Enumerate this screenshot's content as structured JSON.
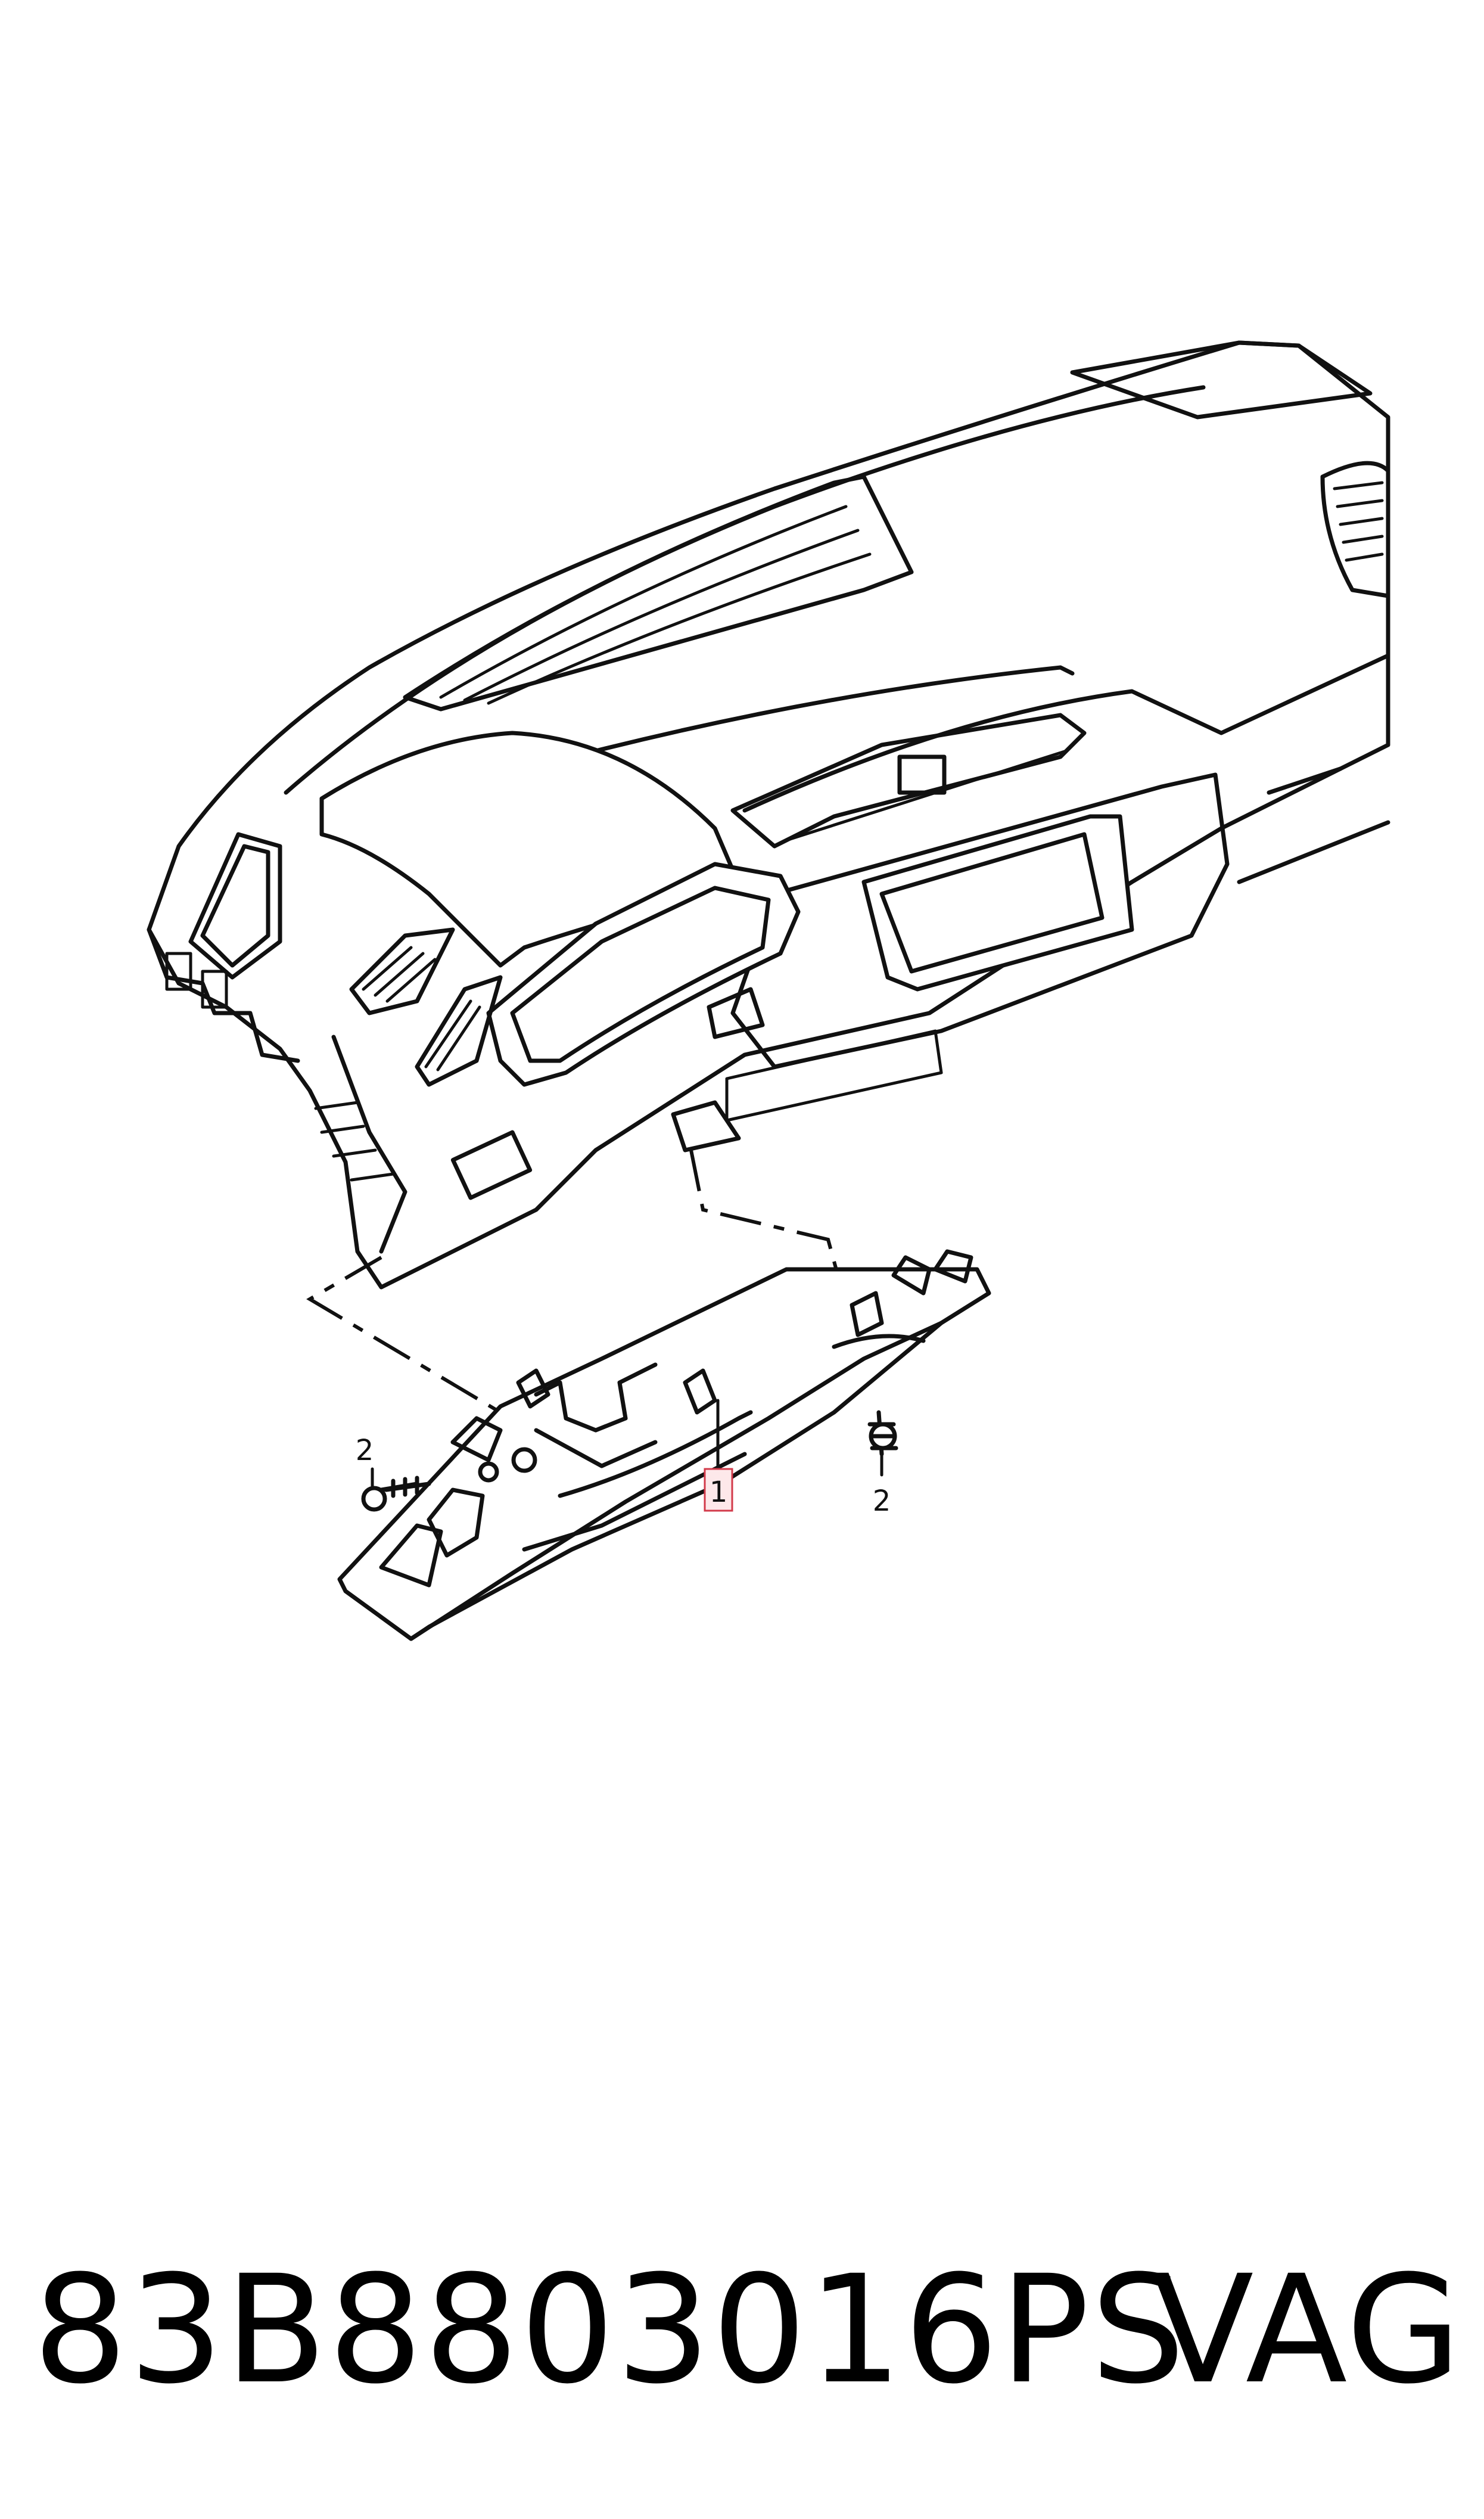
{
  "diagram": {
    "callouts": [
      {
        "id": "callout-1",
        "label": "1"
      },
      {
        "id": "callout-2-left",
        "label": "2"
      },
      {
        "id": "callout-2-right",
        "label": "2"
      }
    ]
  },
  "footer": {
    "part_number": "83B8803016PS",
    "brand": "VAG"
  },
  "colors": {
    "line": "#111111",
    "highlight_border": "#d23a4a",
    "highlight_fill": "#fde8ea"
  }
}
